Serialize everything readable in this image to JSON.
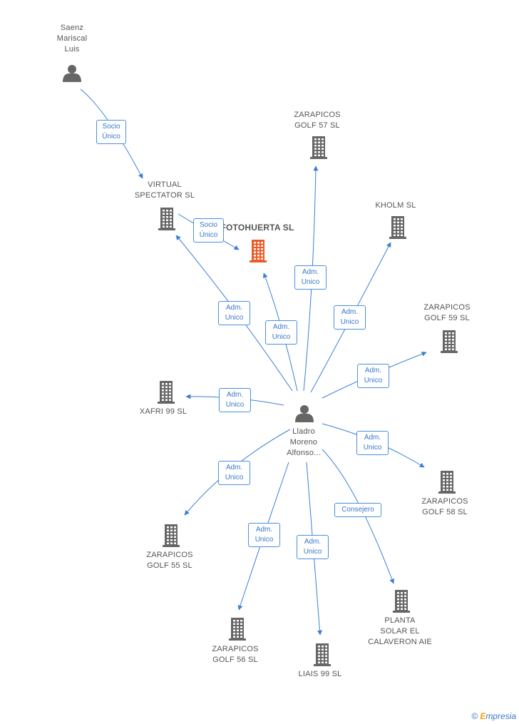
{
  "nodes": {
    "saenz": {
      "label": "Saenz\nMariscal\nLuis",
      "kind": "person"
    },
    "virtual": {
      "label": "VIRTUAL\nSPECTATOR SL",
      "kind": "company"
    },
    "fotohuerta": {
      "label": "FOTOHUERTA SL",
      "kind": "company-focus"
    },
    "zg57": {
      "label": "ZARAPICOS\nGOLF 57 SL",
      "kind": "company"
    },
    "kholm": {
      "label": "KHOLM  SL",
      "kind": "company"
    },
    "zg59": {
      "label": "ZARAPICOS\nGOLF 59 SL",
      "kind": "company"
    },
    "xafri": {
      "label": "XAFRI 99 SL",
      "kind": "company"
    },
    "lladro": {
      "label": "Lladro\nMoreno\nAlfonso...",
      "kind": "person"
    },
    "zg58": {
      "label": "ZARAPICOS\nGOLF 58 SL",
      "kind": "company"
    },
    "zg55": {
      "label": "ZARAPICOS\nGOLF 55 SL",
      "kind": "company"
    },
    "planta": {
      "label": "PLANTA\nSOLAR EL\nCALAVERON AIE",
      "kind": "company"
    },
    "zg56": {
      "label": "ZARAPICOS\nGOLF 56 SL",
      "kind": "company"
    },
    "liais": {
      "label": "LIAIS 99 SL",
      "kind": "company"
    }
  },
  "edges": [
    {
      "id": "e1",
      "label": "Socio\nÚnico",
      "from": "saenz",
      "to": "virtual"
    },
    {
      "id": "e2",
      "label": "Socio\nÚnico",
      "from": "virtual",
      "to": "fotohuerta"
    },
    {
      "id": "e3",
      "label": "Adm.\nUnico",
      "from": "lladro",
      "to": "virtual"
    },
    {
      "id": "e4",
      "label": "Adm.\nUnico",
      "from": "lladro",
      "to": "fotohuerta"
    },
    {
      "id": "e5",
      "label": "Adm.\nUnico",
      "from": "lladro",
      "to": "zg57"
    },
    {
      "id": "e6",
      "label": "Adm.\nUnico",
      "from": "lladro",
      "to": "kholm"
    },
    {
      "id": "e7",
      "label": "Adm.\nUnico",
      "from": "lladro",
      "to": "zg59"
    },
    {
      "id": "e8",
      "label": "Adm.\nUnico",
      "from": "lladro",
      "to": "xafri"
    },
    {
      "id": "e9",
      "label": "Adm.\nUnico",
      "from": "lladro",
      "to": "zg58"
    },
    {
      "id": "e10",
      "label": "Adm.\nUnico",
      "from": "lladro",
      "to": "zg55"
    },
    {
      "id": "e11",
      "label": "Consejero",
      "from": "lladro",
      "to": "planta"
    },
    {
      "id": "e12",
      "label": "Adm.\nUnico",
      "from": "lladro",
      "to": "zg56"
    },
    {
      "id": "e13",
      "label": "Adm.\nUnico",
      "from": "lladro",
      "to": "liais"
    }
  ],
  "footer": {
    "copyright": "©",
    "brand_first": "E",
    "brand_rest": "mpresia"
  },
  "colors": {
    "edge": "#3a7fd5",
    "company": "#666666",
    "focus": "#f05a28",
    "person": "#666666"
  }
}
